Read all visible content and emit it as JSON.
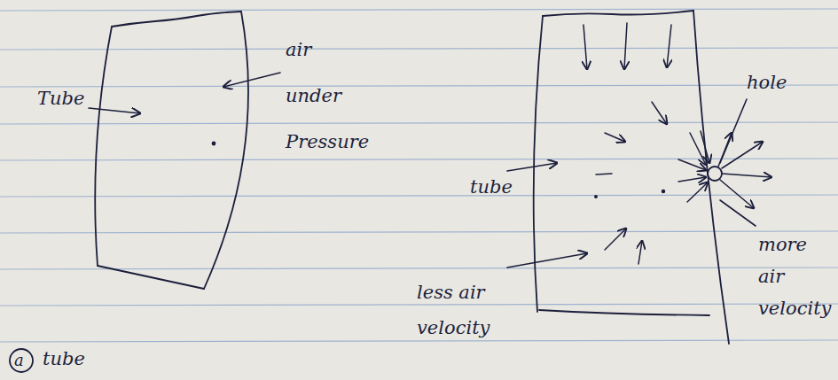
{
  "diagram": {
    "labels": [
      "Tube",
      "air under Pressure",
      "hole",
      "tube",
      "less air velocity",
      "more air velocity",
      "a",
      "tube"
    ]
  }
}
